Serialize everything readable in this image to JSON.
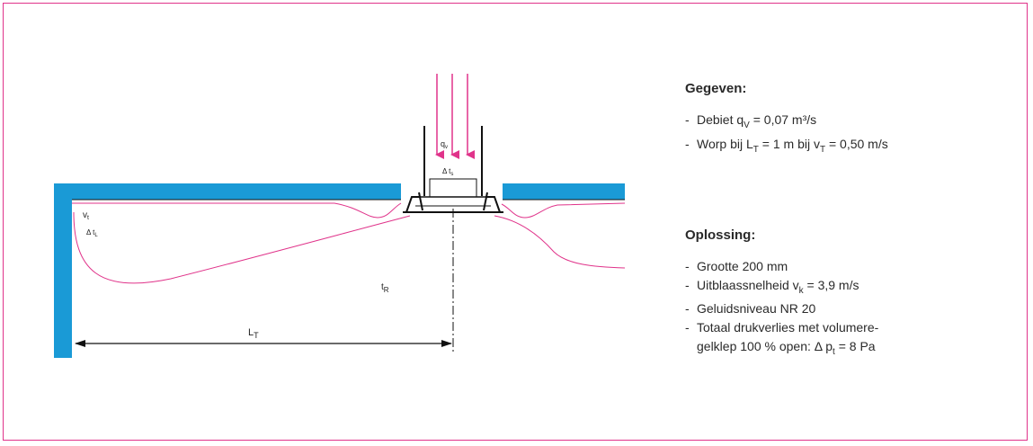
{
  "colors": {
    "frame": "#e0338a",
    "duct": "#1a9ad6",
    "airflow": "#e0338a",
    "line": "#111111"
  },
  "diagram": {
    "labels": {
      "qv": "q",
      "qv_sub": "v",
      "delta_ts": "Δ t",
      "delta_ts_sub": "s",
      "vt": "v",
      "vt_sub": "t",
      "delta_tl": "Δ t",
      "delta_tl_sub": "L",
      "tr": "t",
      "tr_sub": "R",
      "lt": "L",
      "lt_sub": "T"
    }
  },
  "gegeven": {
    "heading": "Gegeven:",
    "item1": {
      "text_a": "Debiet q",
      "sub": "V",
      "text_b": " = 0,07 m³/s"
    },
    "item2": {
      "text_a": "Worp bij L",
      "sub_a": "T",
      "text_b": " = 1 m bij v",
      "sub_b": "T",
      "text_c": " = 0,50 m/s"
    }
  },
  "oplossing": {
    "heading": "Oplossing:",
    "item1": "Grootte 200 mm",
    "item2": {
      "text_a": "Uitblaassnelheid v",
      "sub": "k",
      "text_b": " = 3,9 m/s"
    },
    "item3": "Geluidsniveau NR 20",
    "item4": {
      "line1": "Totaal drukverlies met volumere-",
      "line2_a": "gelklep 100 % open: Δ p",
      "sub": "t",
      "line2_b": " = 8 Pa"
    }
  }
}
